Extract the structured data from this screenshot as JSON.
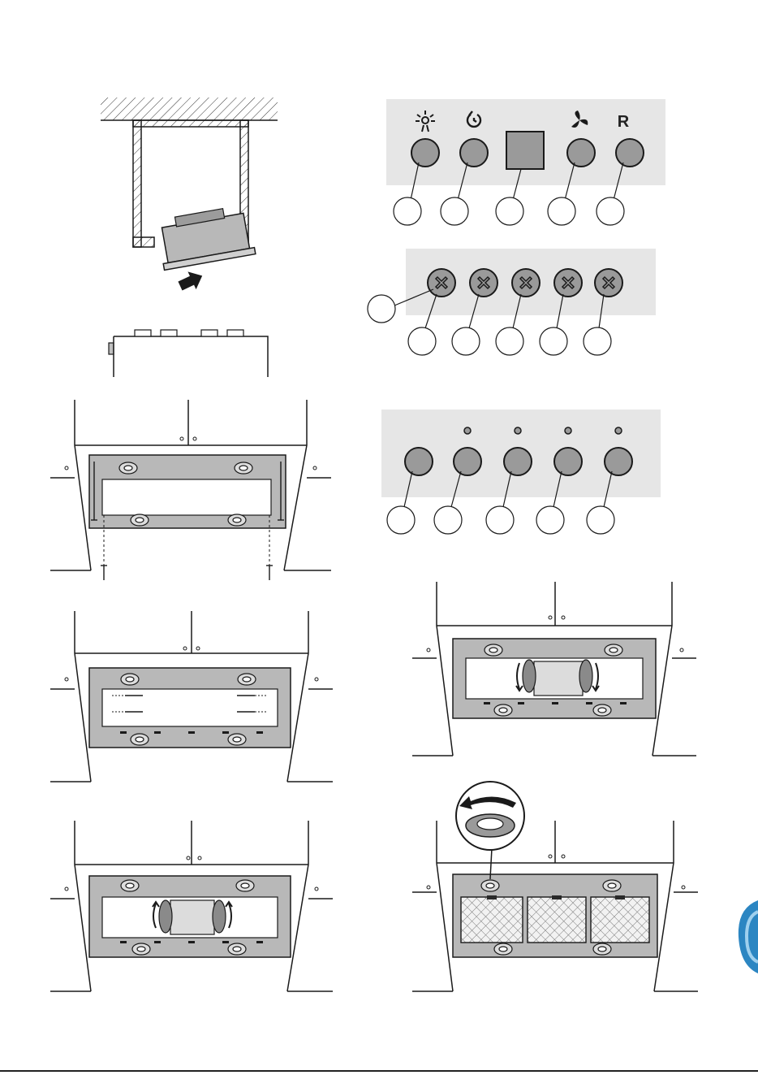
{
  "panel_a": {
    "buttons": [
      "light",
      "timer",
      "display",
      "fan",
      "reset"
    ],
    "reset_label": "R"
  },
  "colors": {
    "line": "#1a1a1a",
    "panel": "#e6e6e6",
    "knob": "#9a9a9a",
    "metal": "#b4b4b4",
    "accent": "#2c86c2"
  }
}
